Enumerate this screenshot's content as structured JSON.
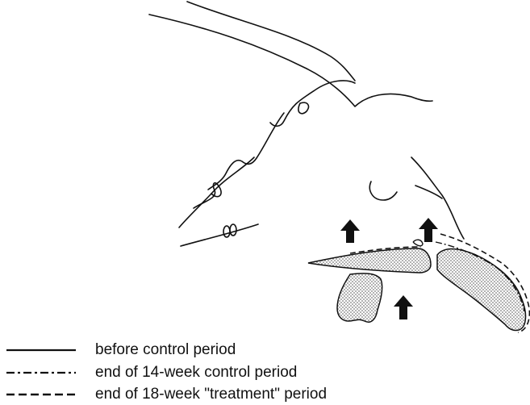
{
  "legend": {
    "items": [
      {
        "label": "before control period",
        "style": "solid"
      },
      {
        "label": "end of 14-week control period",
        "style": "dash-dot"
      },
      {
        "label": "end of 18-week \"treatment\" period",
        "style": "dashed"
      }
    ]
  },
  "colors": {
    "ink": "#111111",
    "stipple": "#8a8a8a",
    "background": "#ffffff"
  }
}
